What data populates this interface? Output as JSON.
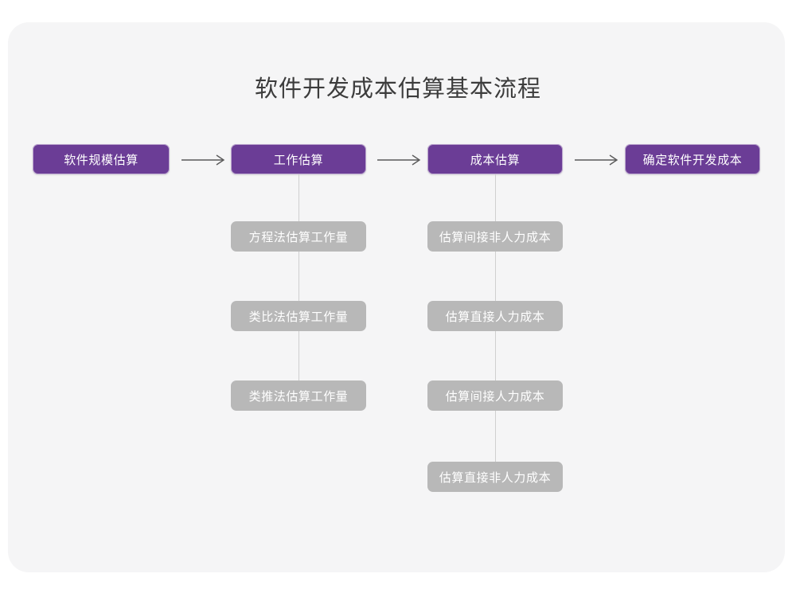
{
  "title": "软件开发成本估算基本流程",
  "colors": {
    "canvas": "#ffffff",
    "panel": "#f5f5f6",
    "primary_node": "#6b3d96",
    "secondary_node": "#b8b8b8",
    "node_text": "#ffffff",
    "title_text": "#3c3c3c",
    "arrow": "#5a5a5a",
    "connector": "#cfcfcf"
  },
  "flow": {
    "main_steps": [
      {
        "id": "scale",
        "label": "软件规模估算"
      },
      {
        "id": "effort",
        "label": "工作估算"
      },
      {
        "id": "cost",
        "label": "成本估算"
      },
      {
        "id": "final",
        "label": "确定软件开发成本"
      }
    ],
    "arrows": [
      {
        "id": "arrow-1",
        "glyph": "arrow-right-icon"
      },
      {
        "id": "arrow-2",
        "glyph": "arrow-right-icon"
      },
      {
        "id": "arrow-3",
        "glyph": "arrow-right-icon"
      }
    ],
    "effort_children": [
      {
        "id": "eq",
        "label": "方程法估算工作量"
      },
      {
        "id": "anl",
        "label": "类比法估算工作量"
      },
      {
        "id": "ded",
        "label": "类推法估算工作量"
      }
    ],
    "cost_children": [
      {
        "id": "ind-nonlabor",
        "label": "估算间接非人力成本"
      },
      {
        "id": "dir-labor",
        "label": "估算直接人力成本"
      },
      {
        "id": "ind-labor",
        "label": "估算间接人力成本"
      },
      {
        "id": "dir-nonlabor",
        "label": "估算直接非人力成本"
      }
    ]
  }
}
